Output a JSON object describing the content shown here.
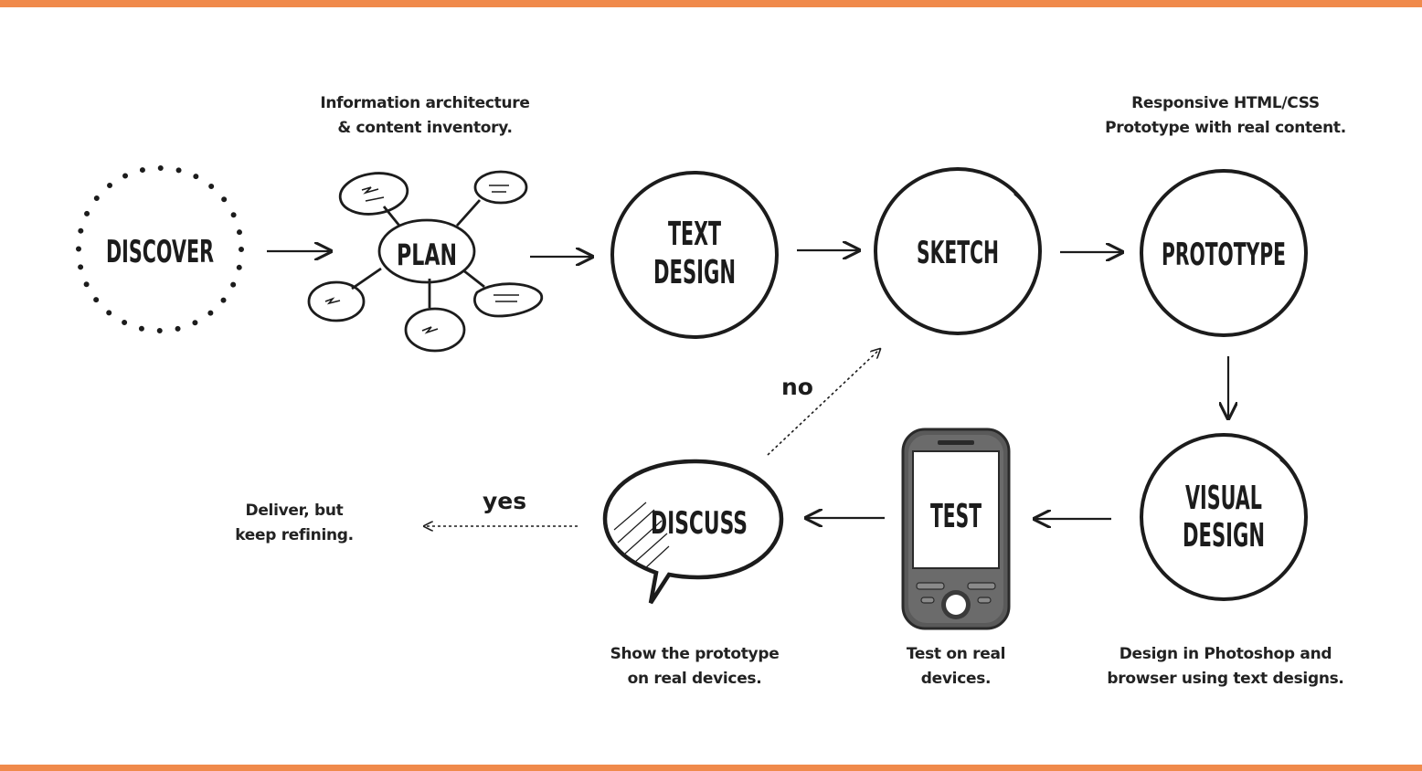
{
  "colors": {
    "accent_bar": "#f08a4b",
    "ink": "#1c1c1c"
  },
  "nodes": {
    "discover": "DISCOVER",
    "plan": "PLAN",
    "text_design_line1": "TEXT",
    "text_design_line2": "DESIGN",
    "sketch": "SKETCH",
    "prototype": "PROTOTYPE",
    "visual_design_line1": "VISUAL",
    "visual_design_line2": "DESIGN",
    "test": "TEST",
    "discuss": "DISCUSS"
  },
  "captions": {
    "plan": [
      "Information architecture",
      "& content inventory."
    ],
    "prototype": [
      "Responsive HTML/CSS",
      "Prototype with real content."
    ],
    "visual_design": [
      "Design in Photoshop and",
      "browser using text designs."
    ],
    "test": [
      "Test on real",
      "devices."
    ],
    "discuss": [
      "Show the prototype",
      "on real devices."
    ],
    "deliver": [
      "Deliver, but",
      "keep refining."
    ]
  },
  "decisions": {
    "no": "no",
    "yes": "yes"
  },
  "icons": {
    "plan": "mind-map-icon",
    "test": "mobile-phone-icon",
    "discuss": "speech-bubble-icon"
  }
}
